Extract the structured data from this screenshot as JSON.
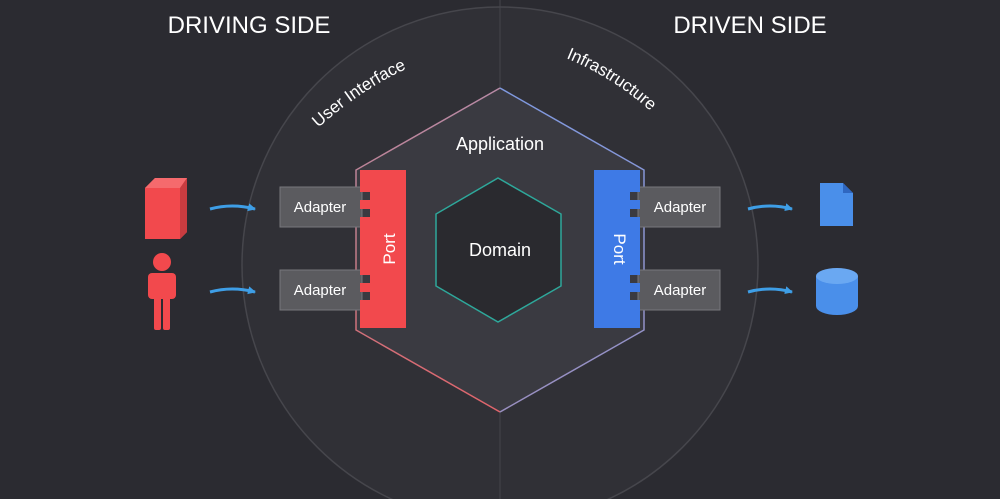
{
  "titles": {
    "driving": "DRIVING SIDE",
    "driven": "DRIVEN SIDE"
  },
  "labels": {
    "user_interface": "User Interface",
    "infrastructure": "Infrastructure",
    "application": "Application",
    "domain": "Domain"
  },
  "ports": {
    "left": "Port",
    "right": "Port"
  },
  "adapters": {
    "left_top": "Adapter",
    "left_bottom": "Adapter",
    "right_top": "Adapter",
    "right_bottom": "Adapter"
  },
  "colors": {
    "background": "#2b2b31",
    "driving_accent": "#f2494d",
    "driven_accent": "#3e7ae6",
    "domain_border": "#2ea89b",
    "adapter_fill": "#5b5b5f",
    "arrow": "#3e9ee6"
  },
  "icons": {
    "driving_top": "server-icon",
    "driving_bottom": "user-icon",
    "driven_top": "document-icon",
    "driven_bottom": "database-icon"
  }
}
